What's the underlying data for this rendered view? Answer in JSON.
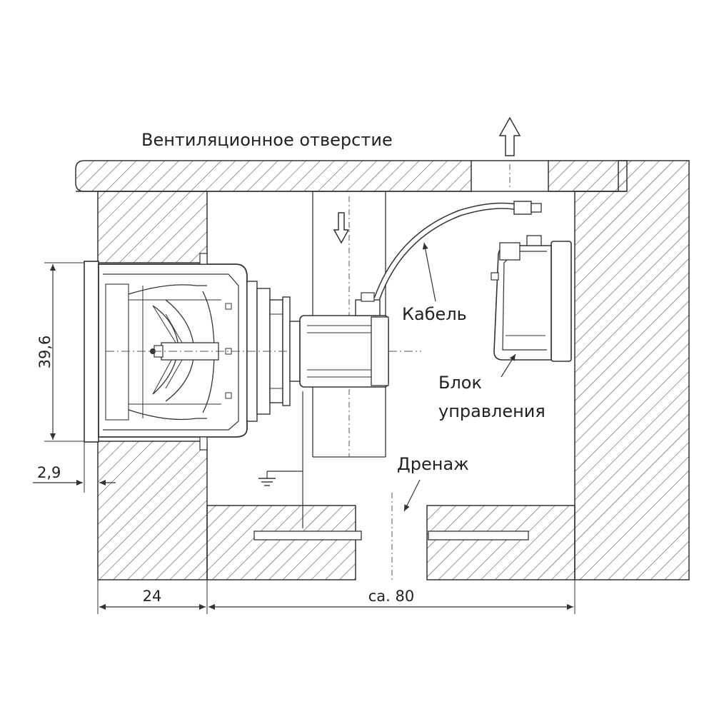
{
  "labels": {
    "vent_opening": "Вентиляционное отверстие",
    "cable": "Кабель",
    "control_unit_line1": "Блок",
    "control_unit_line2": "управления",
    "drainage": "Дренаж"
  },
  "dimensions": {
    "height": "39,6",
    "offset": "2,9",
    "wall_width": "24",
    "depth": "ca. 80"
  },
  "colors": {
    "line": "#333333",
    "hatch": "#555555",
    "background": "#ffffff"
  }
}
